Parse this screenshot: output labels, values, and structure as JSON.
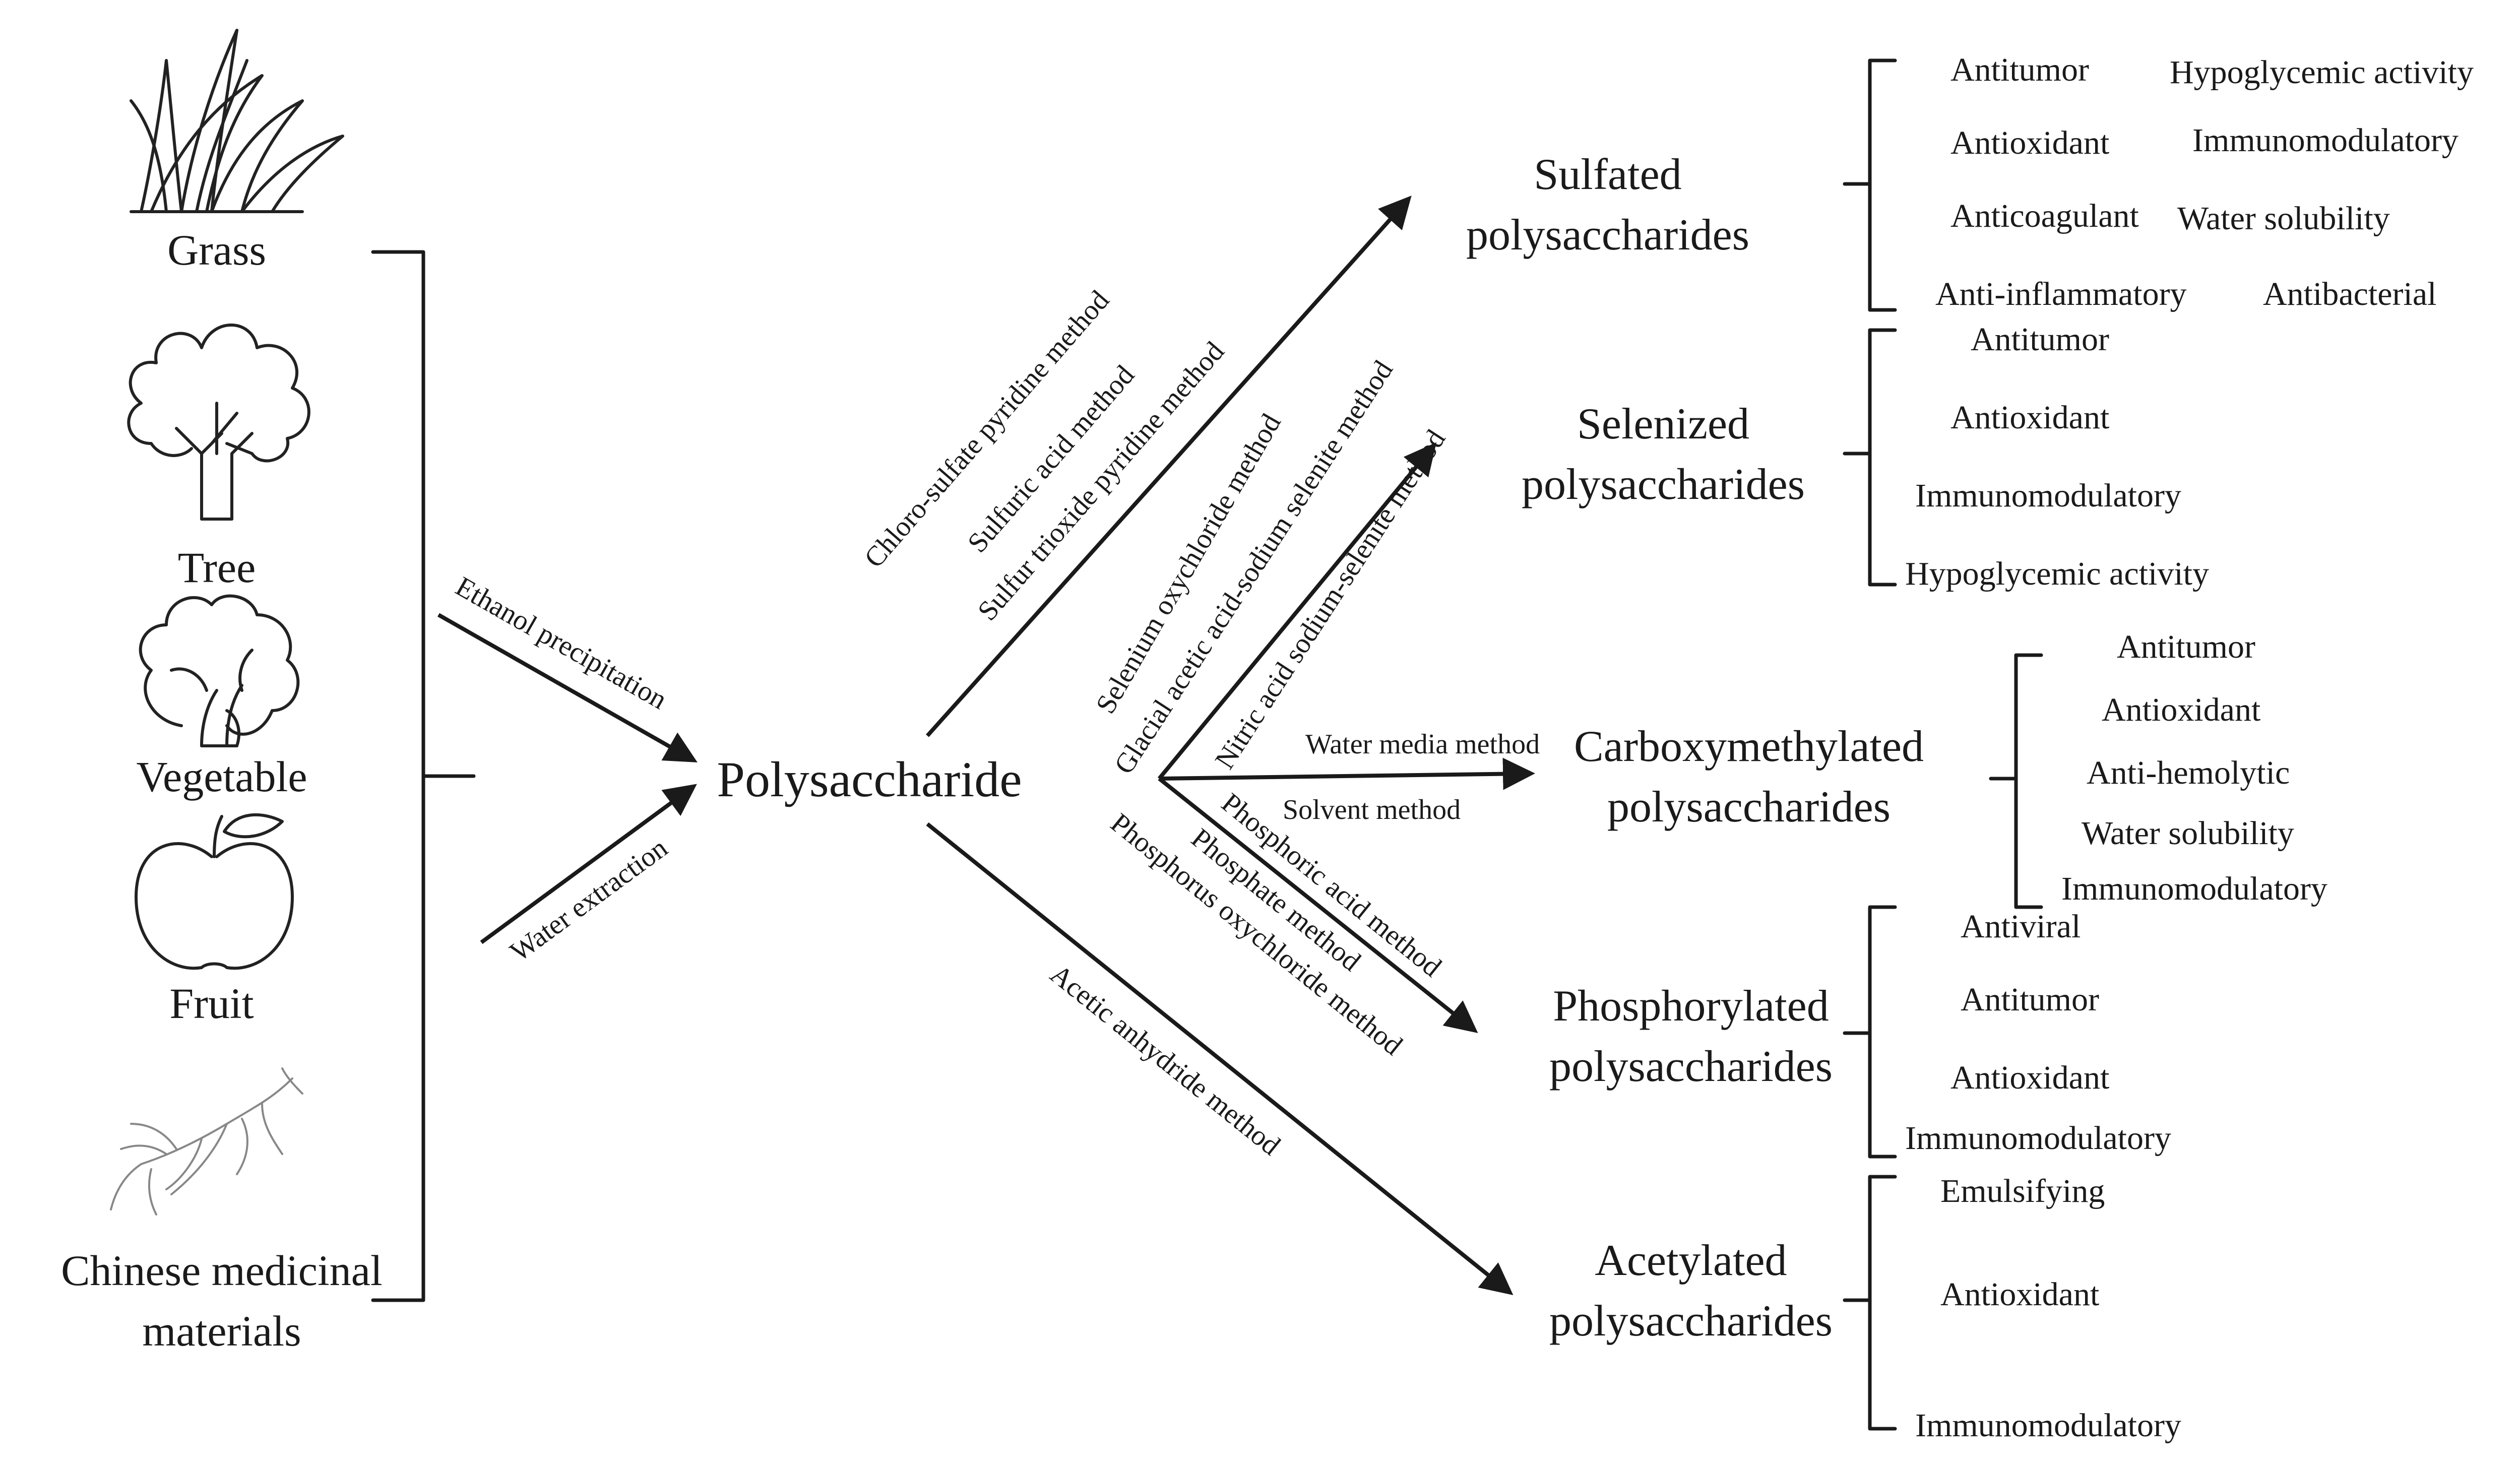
{
  "sources": {
    "grass": "Grass",
    "tree": "Tree",
    "vegetable": "Vegetable",
    "fruit": "Fruit",
    "chinese_line1": "Chinese medicinal",
    "chinese_line2": "materials"
  },
  "extraction": {
    "ethanol": "Ethanol precipitation",
    "water": "Water extraction"
  },
  "center": "Polysaccharide",
  "products": {
    "sulfated": [
      "Sulfated",
      "polysaccharides"
    ],
    "selenized": [
      "Selenized",
      "polysaccharides"
    ],
    "carboxymethylated": [
      "Carboxymethylated",
      "polysaccharides"
    ],
    "phosphorylated": [
      "Phosphorylated",
      "polysaccharides"
    ],
    "acetylated": [
      "Acetylated",
      "polysaccharides"
    ]
  },
  "methods": {
    "sulfated": [
      "Chloro-sulfate pyridine method",
      "Sulfuric acid method",
      "Sulfur trioxide pyridine method"
    ],
    "selenized": [
      "Selenium oxychloride method",
      "Glacial acetic acid-sodium selenite method",
      "Nitric acid sodium-selenite method"
    ],
    "carboxymethylated": [
      "Water media method",
      "Solvent method"
    ],
    "phosphorylated": [
      "Phosphoric acid method",
      "Phosphate method",
      "Phosphorus oxychloride method"
    ],
    "acetylated": [
      "Acetic anhydride method"
    ]
  },
  "activities": {
    "sulfated": [
      "Antitumor",
      "Hypoglycemic activity",
      "Antioxidant",
      "Immunomodulatory",
      "Anticoagulant",
      "Water solubility",
      "Anti-inflammatory",
      "Antibacterial"
    ],
    "selenized": [
      "Antitumor",
      "Antioxidant",
      "Immunomodulatory",
      "Hypoglycemic activity"
    ],
    "carboxymethylated": [
      "Antitumor",
      "Antioxidant",
      "Anti-hemolytic",
      "Water solubility",
      "Immunomodulatory"
    ],
    "phosphorylated": [
      "Antiviral",
      "Antitumor",
      "Antioxidant",
      "Immunomodulatory"
    ],
    "acetylated": [
      "Emulsifying",
      "Antioxidant",
      "Immunomodulatory"
    ]
  },
  "icons": [
    "grass-icon",
    "tree-icon",
    "vegetable-icon",
    "apple-icon",
    "root-icon"
  ]
}
